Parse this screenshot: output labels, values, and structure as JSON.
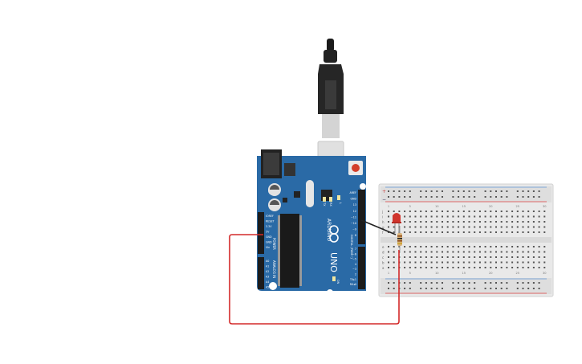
{
  "board": {
    "brand": "ARDUINO",
    "model": "UNO",
    "power_header_label": "POWER",
    "analog_header_label": "ANALOG IN",
    "digital_header_label": "DIGITAL (PWM~)",
    "tx_label": "TX",
    "rx_label": "RX",
    "l_label": "L",
    "on_label": "ON",
    "power_pins": [
      "IOREF",
      "RESET",
      "3.3V",
      "5V",
      "GND",
      "GND",
      "Vin"
    ],
    "analog_pins": [
      "A0",
      "A1",
      "A2",
      "A3",
      "A4",
      "A5"
    ],
    "digital_pins_top": [
      "AREF",
      "GND",
      "13",
      "12",
      "~11",
      "~10",
      "~9",
      "8"
    ],
    "digital_pins_bottom": [
      "7",
      "~6",
      "~5",
      "4",
      "~3",
      "2",
      "TX▸1",
      "RX◂0"
    ]
  },
  "breadboard": {
    "row_letters_top": [
      "j",
      "i",
      "h",
      "g",
      "f"
    ],
    "row_letters_bottom": [
      "e",
      "d",
      "c",
      "b",
      "a"
    ],
    "column_numbers": [
      "1",
      "5",
      "10",
      "15",
      "20",
      "25",
      "30"
    ],
    "rail_plus": "+",
    "rail_minus": "−"
  },
  "colors": {
    "board": "#2a6aa6",
    "board_dark": "#1f5486",
    "wire_red": "#d32a2a",
    "wire_black": "#222222",
    "led": "#d0342c",
    "breadboard": "#e9e9e9",
    "rail_red": "#e06a6a",
    "rail_blue": "#7fa8d8"
  },
  "components": {
    "led": "red-led",
    "resistor": "resistor",
    "usb": "usb-b-cable"
  }
}
